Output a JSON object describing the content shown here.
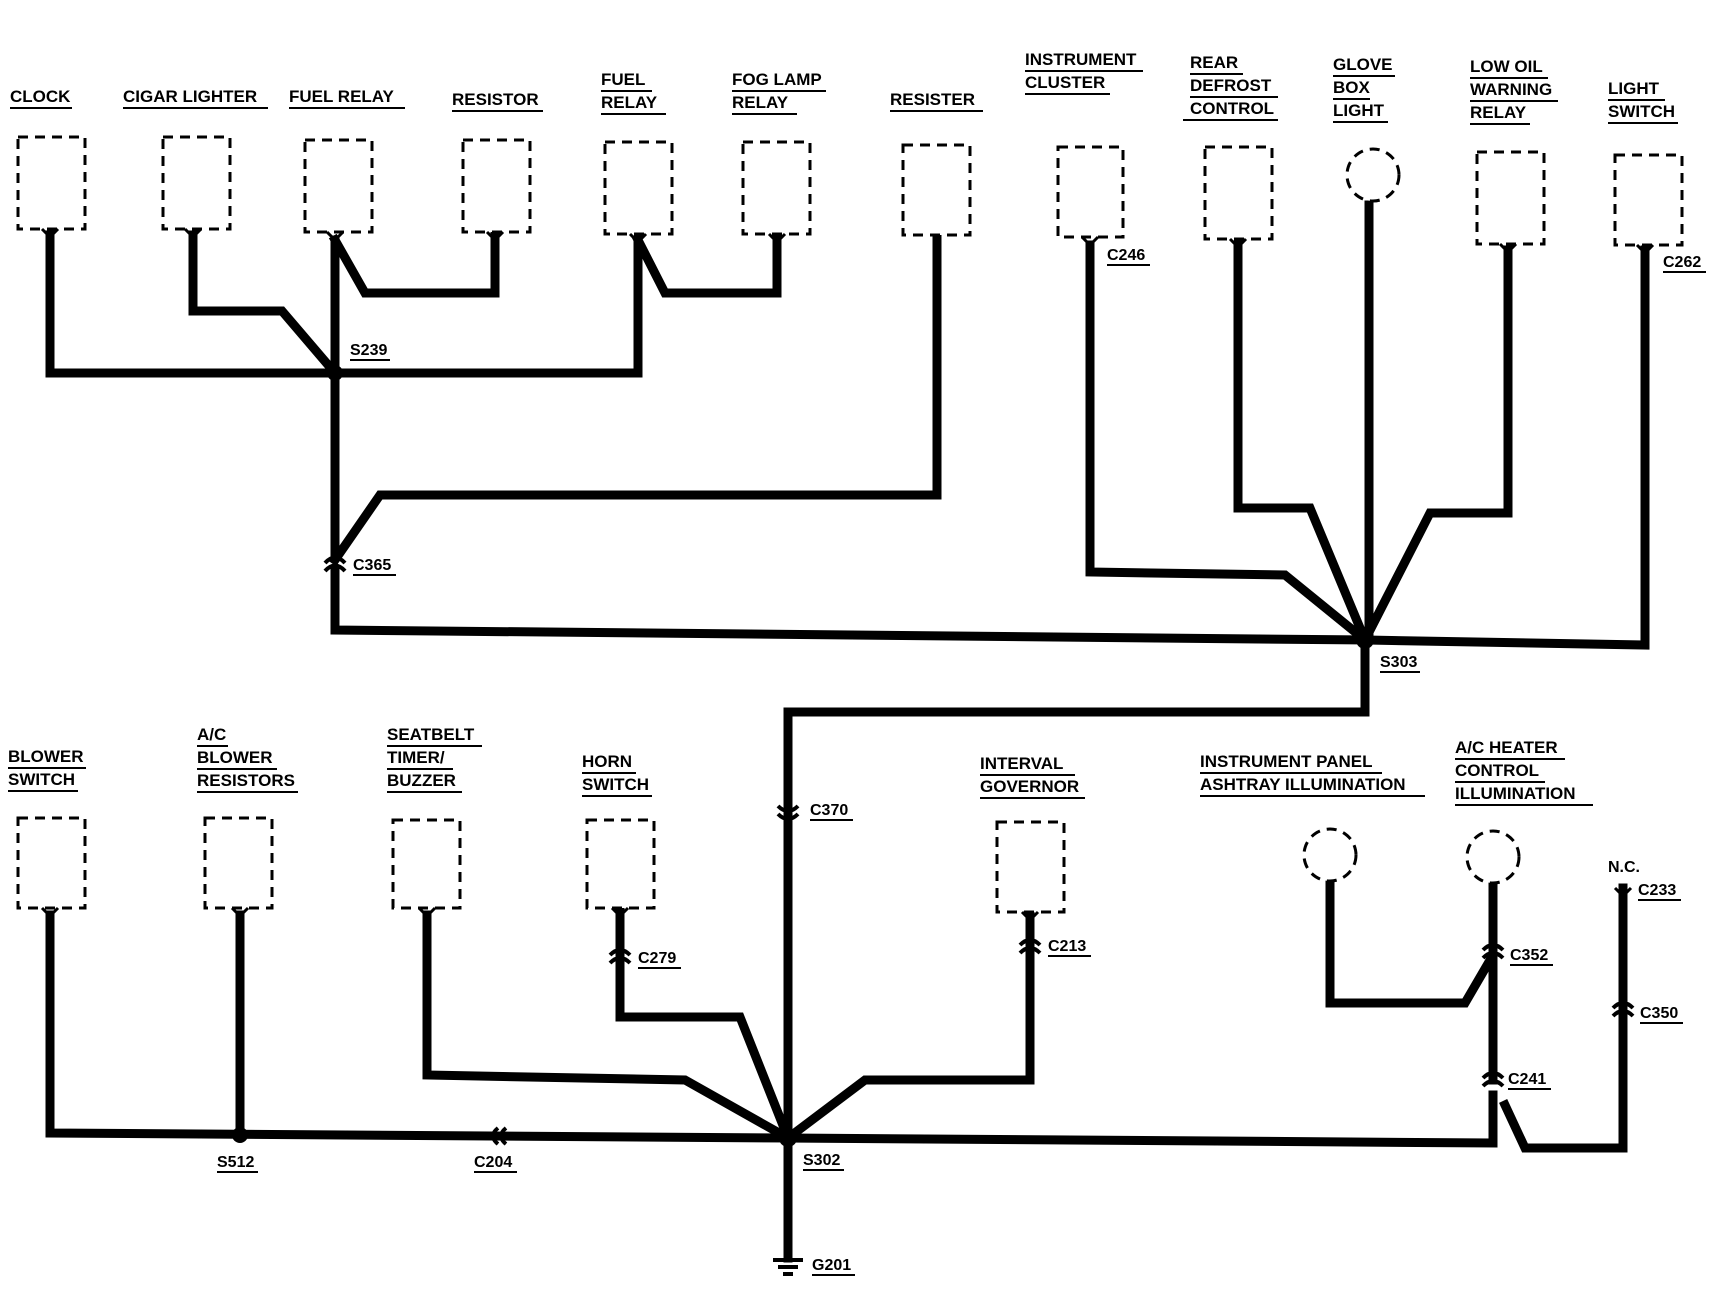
{
  "components": {
    "clock": "CLOCK",
    "cigar_lighter": "CIGAR LIGHTER",
    "fuel_relay_1": "FUEL RELAY",
    "resistor": "RESISTOR",
    "fuel_relay_2": [
      "FUEL",
      "RELAY"
    ],
    "fog_lamp_relay": [
      "FOG LAMP",
      "RELAY"
    ],
    "resister": "RESISTER",
    "instrument_cluster": [
      "INSTRUMENT",
      "CLUSTER"
    ],
    "rear_defrost_control": [
      "REAR",
      "DEFROST",
      "CONTROL"
    ],
    "glove_box_light": [
      "GLOVE",
      "BOX",
      "LIGHT"
    ],
    "low_oil_warning_relay": [
      "LOW OIL",
      "WARNING",
      "RELAY"
    ],
    "light_switch": [
      "LIGHT",
      "SWITCH"
    ],
    "blower_switch": [
      "BLOWER",
      "SWITCH"
    ],
    "ac_blower_resistors": [
      "A/C",
      "BLOWER",
      "RESISTORS"
    ],
    "seatbelt_timer_buzzer": [
      "SEATBELT",
      "TIMER/",
      "BUZZER"
    ],
    "horn_switch": [
      "HORN",
      "SWITCH"
    ],
    "interval_governor": [
      "INTERVAL",
      "GOVERNOR"
    ],
    "instrument_panel_ashtray": [
      "INSTRUMENT PANEL",
      "ASHTRAY ILLUMINATION"
    ],
    "ac_heater_control": [
      "A/C HEATER",
      "CONTROL",
      "ILLUMINATION"
    ],
    "nc": "N.C."
  },
  "connectors": {
    "s239": "S239",
    "c365": "C365",
    "c246": "C246",
    "c262": "C262",
    "s303": "S303",
    "c370": "C370",
    "c279": "C279",
    "c213": "C213",
    "c233": "C233",
    "c352": "C352",
    "c350": "C350",
    "c241": "C241",
    "s512": "S512",
    "c204": "C204",
    "s302": "S302",
    "g201": "G201"
  }
}
